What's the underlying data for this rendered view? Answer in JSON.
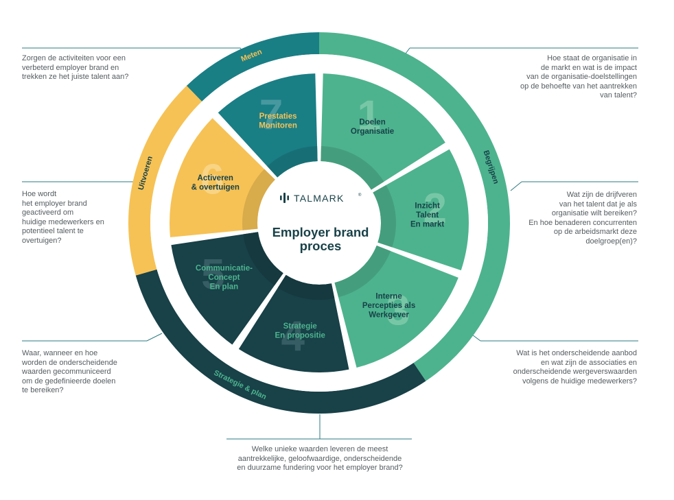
{
  "center": {
    "logo_text": "TALMARK",
    "logo_mark": "®",
    "title_lines": [
      "Employer brand",
      "proces"
    ]
  },
  "phases": [
    {
      "label": "Meten",
      "color": "#1a7e85",
      "label_color": "#f6c255"
    },
    {
      "label": "Begrijpen",
      "color": "#4db38e",
      "label_color": "#184148"
    },
    {
      "label": "Strategie & plan",
      "color": "#184148",
      "label_color": "#4db38e"
    },
    {
      "label": "Uitvoeren",
      "color": "#f6c255",
      "label_color": "#184148"
    }
  ],
  "steps": [
    {
      "number": "1",
      "title_lines": [
        "Doelen",
        "Organisatie"
      ],
      "color": "#4db38e",
      "text_color": "#184148",
      "number_color": "#7ccaa9"
    },
    {
      "number": "2",
      "title_lines": [
        "Inzicht",
        "Talent",
        "En markt"
      ],
      "color": "#4db38e",
      "text_color": "#184148",
      "number_color": "#7ccaa9"
    },
    {
      "number": "3",
      "title_lines": [
        "Interne",
        "Percepties als",
        "Werkgever"
      ],
      "color": "#4db38e",
      "text_color": "#184148",
      "number_color": "#7ccaa9"
    },
    {
      "number": "4",
      "title_lines": [
        "Strategie",
        "En propositie"
      ],
      "color": "#184148",
      "text_color": "#4db38e",
      "number_color": "#3a6166"
    },
    {
      "number": "5",
      "title_lines": [
        "Communicatie-",
        "Concept",
        "En plan"
      ],
      "color": "#184148",
      "text_color": "#4db38e",
      "number_color": "#3a6166"
    },
    {
      "number": "6",
      "title_lines": [
        "Activeren",
        "& overtuigen"
      ],
      "color": "#f6c255",
      "text_color": "#184148",
      "number_color": "#f9d68a"
    },
    {
      "number": "7",
      "title_lines": [
        "Prestaties",
        "Monitoren"
      ],
      "color": "#1a7e85",
      "text_color": "#f6c255",
      "number_color": "#4d9da2"
    }
  ],
  "questions": {
    "meten": [
      "Zorgen de activiteiten voor een",
      "verbeterd employer brand en",
      "trekken ze het juiste talent aan?"
    ],
    "doelen": [
      "Hoe staat de organisatie in",
      "de markt en wat is de impact",
      "van de organisatie-doelstellingen",
      "op de behoefte van het aantrekken",
      "van talent?"
    ],
    "inzicht": [
      "Wat zijn de drijfveren",
      "van het talent dat je als",
      "organisatie wilt bereiken?",
      "En hoe benaderen concurrenten",
      "op de arbeidsmarkt deze",
      "doelgroep(en)?"
    ],
    "percepties": [
      "Wat is het onderscheidende aanbod",
      "en wat zijn de associaties en",
      "onderscheidende wergeverswaarden",
      "volgens de huidige medewerkers?"
    ],
    "propositie": [
      "Welke unieke waarden leveren de meest",
      "aantrekkelijke, geloofwaardige, onderscheidende",
      "en duurzame fundering voor het employer brand?"
    ],
    "communicatie": [
      "Waar, wanneer en hoe",
      "worden de onderscheidende",
      "waarden gecommuniceerd",
      "om de gedefinieerde doelen",
      "te bereiken?"
    ],
    "uitvoeren": [
      "Hoe wordt",
      "het employer brand",
      "geactiveerd om",
      "huidige medewerkers en",
      "potentieel talent te",
      "overtuigen?"
    ]
  },
  "colors": {
    "line": "#2a7a80",
    "question_text": "#555c60",
    "center_text": "#184148",
    "gap": "#ffffff"
  }
}
